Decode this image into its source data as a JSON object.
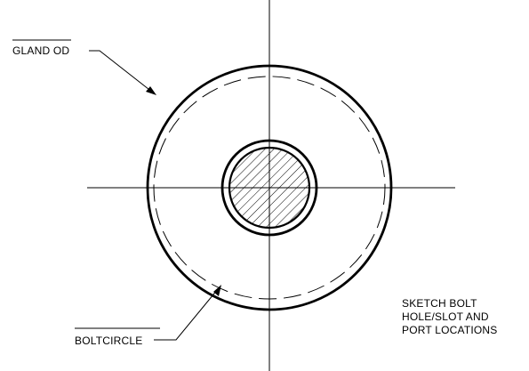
{
  "labels": {
    "gland_od": "GLAND OD",
    "boltcircle": "BOLTCIRCLE"
  },
  "note": {
    "lines": [
      "SKETCH BOLT",
      "HOLE/SLOT AND",
      "PORT LOCATIONS"
    ]
  },
  "colors": {
    "ink": "#000000",
    "background": "#ffffff"
  }
}
